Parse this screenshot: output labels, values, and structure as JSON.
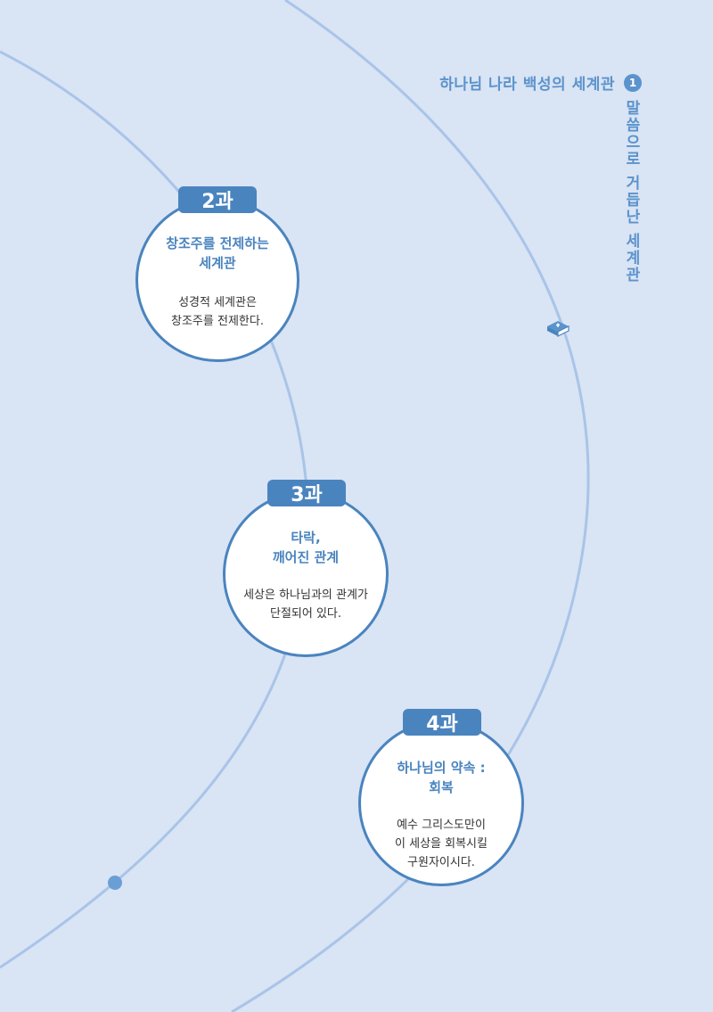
{
  "header": {
    "series_title": "하나님 나라 백성의 세계관",
    "series_number": "1",
    "vertical_title": "말씀으로 거듭난 세계관"
  },
  "icons": {
    "bible": "bible-icon"
  },
  "lessons": [
    {
      "number": "2과",
      "title_line1": "창조주를 전제하는",
      "title_line2": "세계관",
      "desc_line1": "성경적 세계관은",
      "desc_line2": "창조주를 전제한다."
    },
    {
      "number": "3과",
      "title_line1": "타락,",
      "title_line2": "깨어진 관계",
      "desc_line1": "세상은 하나님과의 관계가",
      "desc_line2": "단절되어 있다."
    },
    {
      "number": "4과",
      "title_line1": "하나님의 약속 :",
      "title_line2": "회복",
      "desc_line1": "예수 그리스도만이",
      "desc_line2": "이 세상을 회복시킬",
      "desc_line3": "구원자이시다."
    }
  ],
  "colors": {
    "background": "#d9e4f4",
    "accent": "#4a84bf",
    "orbit": "#a9c4e8",
    "text": "#333333"
  }
}
